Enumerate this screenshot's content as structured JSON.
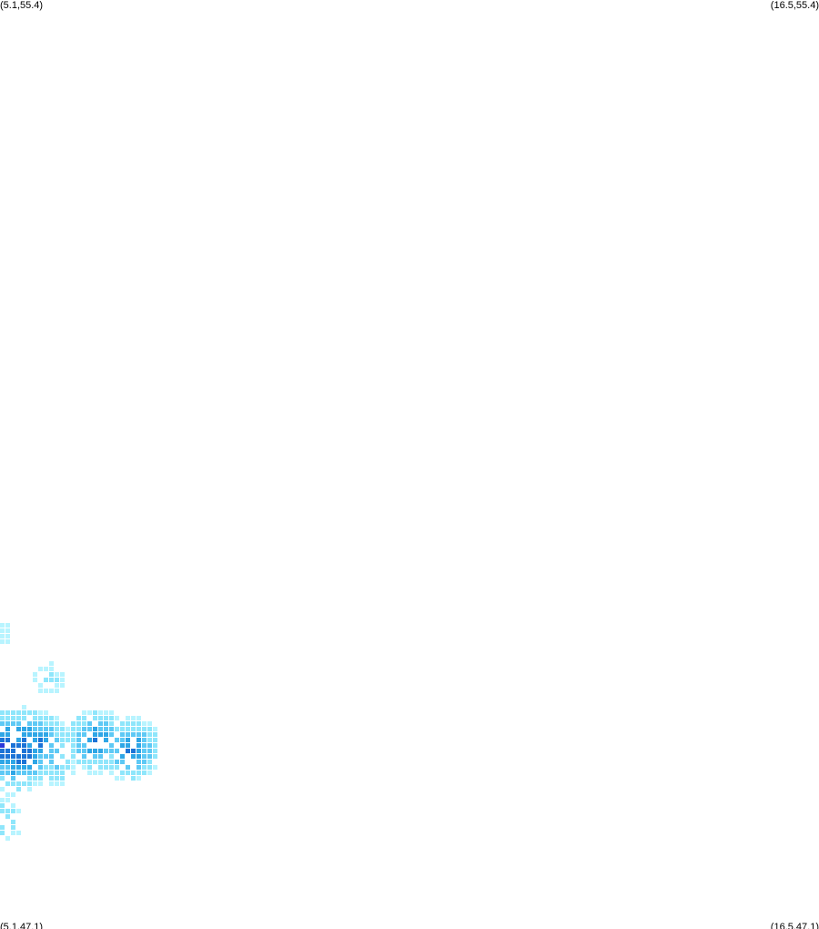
{
  "map": {
    "corner_labels": {
      "top_left": "(5.1,55.4)",
      "top_right": "(16.5,55.4)",
      "bottom_left": "(5.1,47.1)",
      "bottom_right": "(16.5,47.1)"
    },
    "bounds": {
      "lon_min": 5.1,
      "lon_max": 16.5,
      "lat_min": 47.1,
      "lat_max": 55.4
    },
    "intensity_colors": [
      "#b8f4ff",
      "#8fe6fb",
      "#5ec9f5",
      "#2ea6e6",
      "#1c73d6",
      "#2b38d9"
    ],
    "cluster_seeds": [
      {
        "lon": 5.1,
        "lat": 48.75,
        "intensity": 5
      },
      {
        "lon": 5.35,
        "lat": 48.7,
        "intensity": 5
      },
      {
        "lon": 5.4,
        "lat": 48.82,
        "intensity": 4
      },
      {
        "lon": 5.6,
        "lat": 48.78,
        "intensity": 4
      },
      {
        "lon": 5.25,
        "lat": 48.55,
        "intensity": 3
      },
      {
        "lon": 5.85,
        "lat": 48.6,
        "intensity": 2
      },
      {
        "lon": 6.4,
        "lat": 48.8,
        "intensity": 4
      },
      {
        "lon": 6.9,
        "lat": 48.72,
        "intensity": 4
      },
      {
        "lon": 5.75,
        "lat": 49.35,
        "intensity": 1
      },
      {
        "lon": 5.1,
        "lat": 48.1,
        "intensity": 2
      },
      {
        "lon": 5.1,
        "lat": 49.75,
        "intensity": 0
      }
    ]
  }
}
